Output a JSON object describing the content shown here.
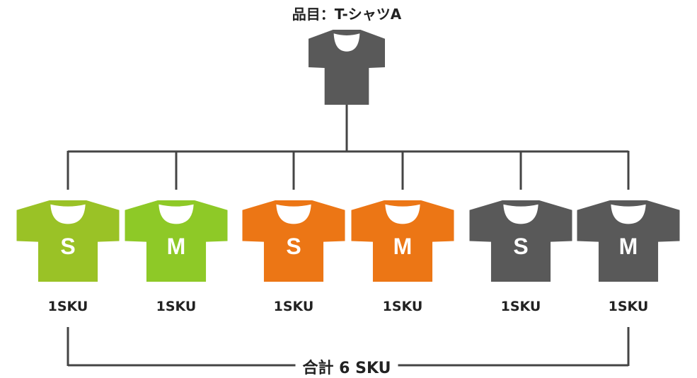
{
  "item": {
    "title": "品目：T-シャツA",
    "color": "#595959"
  },
  "variants": [
    {
      "size": "S",
      "sku": "1SKU",
      "color": "#9ac226"
    },
    {
      "size": "M",
      "sku": "1SKU",
      "color": "#8ec927"
    },
    {
      "size": "S",
      "sku": "1SKU",
      "color": "#ec7615"
    },
    {
      "size": "M",
      "sku": "1SKU",
      "color": "#ec7615"
    },
    {
      "size": "S",
      "sku": "1SKU",
      "color": "#595959"
    },
    {
      "size": "M",
      "sku": "1SKU",
      "color": "#595959"
    }
  ],
  "total": "合計 6 SKU",
  "line_color": "#444444"
}
